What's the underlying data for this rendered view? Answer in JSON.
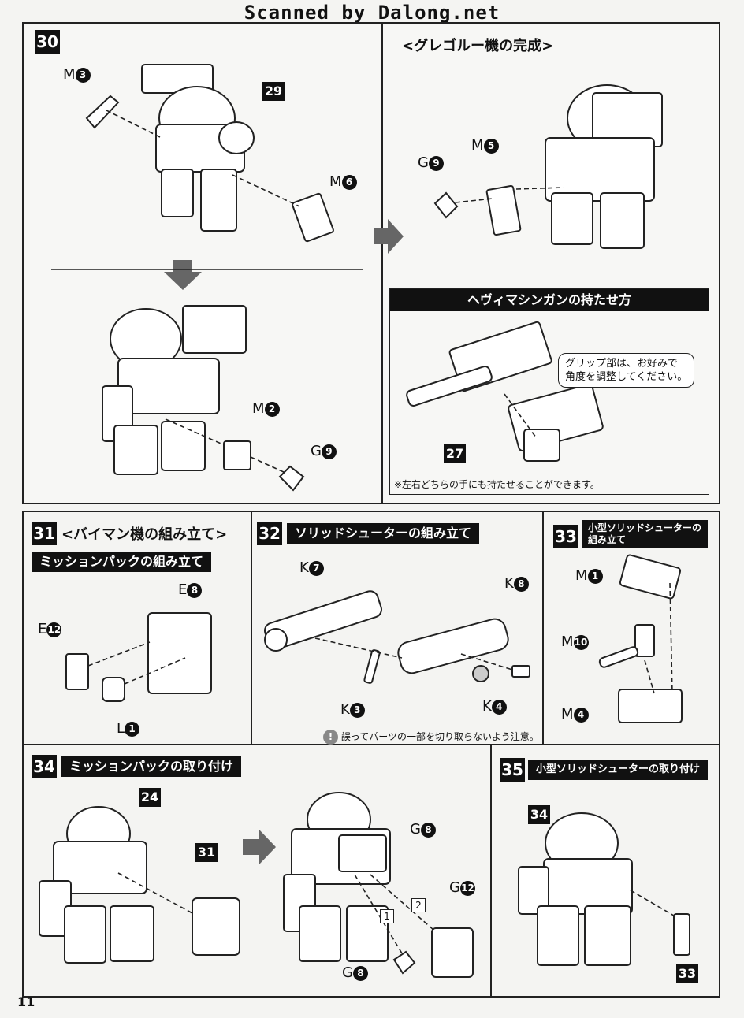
{
  "header": "Scanned by Dalong.net",
  "page_number": "11",
  "step30": {
    "num": "30",
    "parts": {
      "m3": "3",
      "m6": "6",
      "m2": "2",
      "g9": "9"
    },
    "label_m": "M",
    "label_g": "G",
    "part_ref": "29"
  },
  "gregor": {
    "title": "<グレゴルー機の完成>",
    "label_g": "G",
    "label_m": "M",
    "g_num": "9",
    "m_num": "5"
  },
  "heavy_mg": {
    "title": "ヘヴィマシンガンの持たせ方",
    "callout_line1": "グリップ部は、お好みで",
    "callout_line2": "角度を調整してください。",
    "part_ref": "27",
    "note": "※左右どちらの手にも持たせることができます。"
  },
  "step31": {
    "num": "31",
    "title": "<バイマン機の組み立て>",
    "bar": "ミッションパックの組み立て",
    "e8": "8",
    "e12": "12",
    "l1": "1",
    "label_e": "E",
    "label_l": "L"
  },
  "step32": {
    "num": "32",
    "title": "ソリッドシューターの組み立て",
    "k7": "7",
    "k8": "8",
    "k3": "3",
    "k4": "4",
    "label_k": "K",
    "note": "誤ってパーツの一部を切り取らないよう注意。"
  },
  "step33": {
    "num": "33",
    "title_line1": "小型ソリッドシューターの",
    "title_line2": "組み立て",
    "m1": "1",
    "m10": "10",
    "m4": "4",
    "label_m": "M"
  },
  "step34": {
    "num": "34",
    "bar": "ミッションパックの取り付け",
    "ref24": "24",
    "ref31": "31",
    "g8a": "8",
    "g12": "12",
    "g8b": "8",
    "label_g": "G",
    "box1": "1",
    "box2": "2"
  },
  "step35": {
    "num": "35",
    "bar": "小型ソリッドシューターの取り付け",
    "ref34": "34",
    "ref33": "33"
  }
}
